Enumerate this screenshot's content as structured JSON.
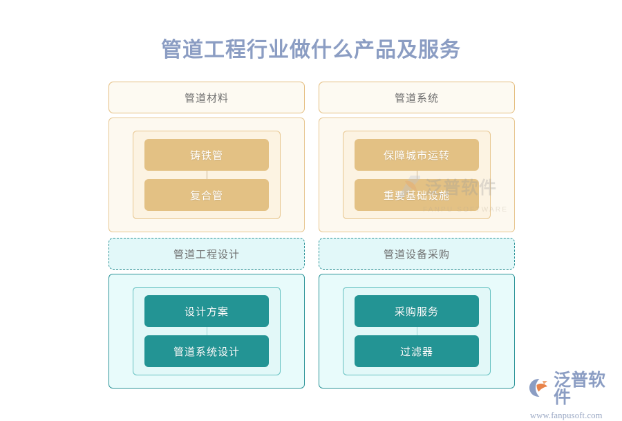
{
  "page": {
    "title": "管道工程行业做什么产品及服务",
    "title_color": "#8b9dc3",
    "background": "#ffffff"
  },
  "theme": {
    "warm_accent": "#e3c184",
    "warm_border": "#e7c68f",
    "warm_surface": "#fdf9f0",
    "warm_inner_surface": "#fcf3e2",
    "cool_accent": "#239494",
    "cool_border": "#2b9397",
    "cool_surface": "#e8fbfb",
    "cool_inner_surface": "#e2f8f8",
    "header_text": "#6e6e6e",
    "item_text": "#ffffff"
  },
  "groups": [
    {
      "id": "pipe-materials",
      "header": "管道材料",
      "style": "warm",
      "header_border": "solid",
      "items": [
        "铸铁管",
        "复合管"
      ]
    },
    {
      "id": "pipe-systems",
      "header": "管道系统",
      "style": "warm",
      "header_border": "solid",
      "items": [
        "保障城市运转",
        "重要基础设施"
      ]
    },
    {
      "id": "pipe-engineering-design",
      "header": "管道工程设计",
      "style": "cool",
      "header_border": "dashed",
      "items": [
        "设计方案",
        "管道系统设计"
      ]
    },
    {
      "id": "pipe-equipment-procurement",
      "header": "管道设备采购",
      "style": "cool",
      "header_border": "dashed",
      "items": [
        "采购服务",
        "过滤器"
      ]
    }
  ],
  "watermark": {
    "text_cn": "泛普软件",
    "text_en": "FANPU SOFTWARE"
  },
  "brand": {
    "name": "泛普软件",
    "url": "www.fanpusoft.com",
    "mark_blue": "#8b9dc3",
    "mark_orange": "#e8834a"
  }
}
